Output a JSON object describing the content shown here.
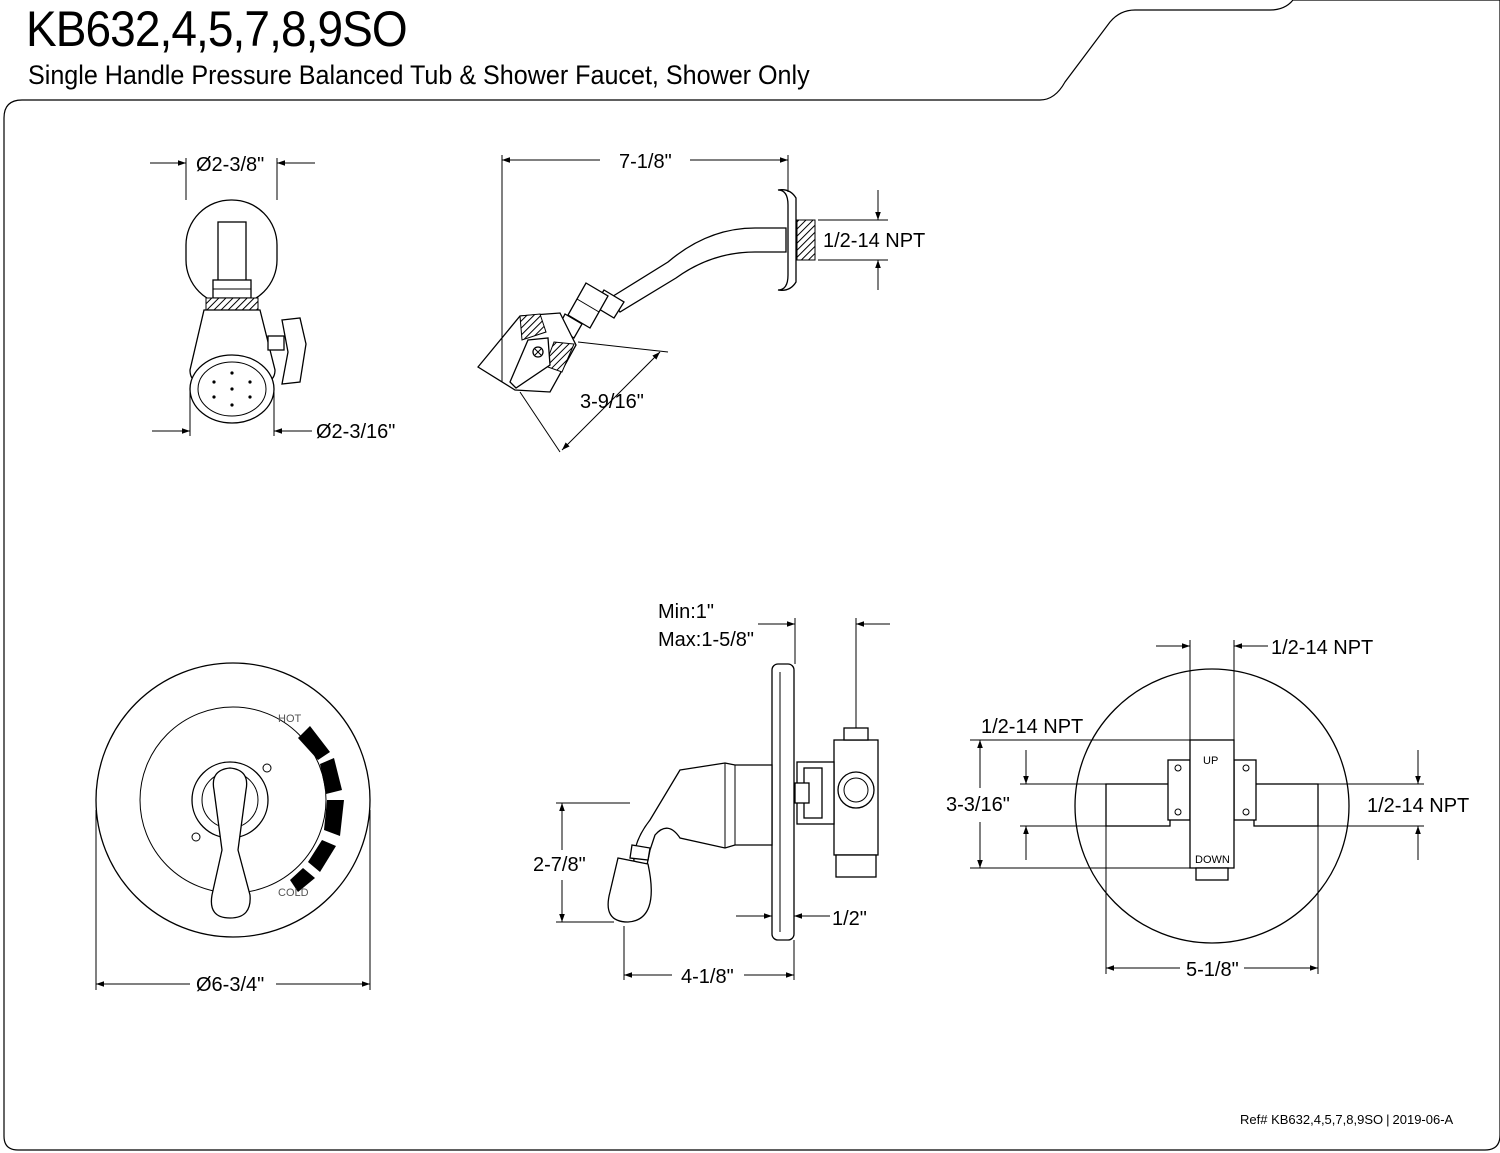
{
  "header": {
    "title": "KB632,4,5,7,8,9SO",
    "subtitle": "Single Handle Pressure Balanced Tub & Shower Faucet, Shower Only"
  },
  "dimensions": {
    "showerhead_flange_diameter": "Ø2-3/8\"",
    "showerhead_face_diameter": "Ø2-3/16\"",
    "arm_reach": "7-1/8\"",
    "arm_thread": "1/2-14 NPT",
    "head_length": "3-9/16\"",
    "plate_diameter": "Ø6-3/4\"",
    "wall_min": "Min:1\"",
    "wall_max": "Max:1-5/8\"",
    "handle_height": "2-7/8\"",
    "plate_thickness": "1/2\"",
    "handle_projection": "4-1/8\"",
    "valve_top_thread": "1/2-14 NPT",
    "valve_left_thread": "1/2-14 NPT",
    "valve_right_thread": "1/2-14 NPT",
    "valve_height": "3-3/16\"",
    "valve_width": "5-1/8\""
  },
  "plate_labels": {
    "hot": "HOT",
    "cold": "COLD"
  },
  "valve_labels": {
    "up": "UP",
    "down": "DOWN"
  },
  "footer": {
    "ref": "Ref# KB632,4,5,7,8,9SO",
    "revision": "2019-06-A"
  }
}
